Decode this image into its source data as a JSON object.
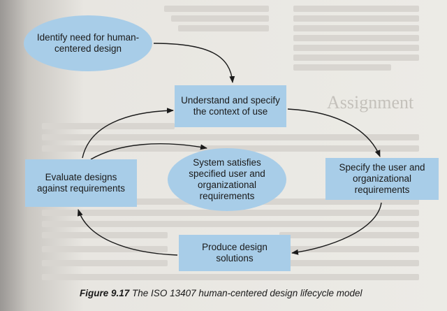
{
  "diagram": {
    "nodes": {
      "identify": "Identify need for human-centered design",
      "understand": "Understand and specify the context of use",
      "specify": "Specify the user and organizational requirements",
      "produce": "Produce design solutions",
      "evaluate": "Evaluate designs against requirements",
      "satisfies": "System satisfies specified user and organizational requirements"
    }
  },
  "caption": {
    "figure_label": "Figure 9.17",
    "text": "The ISO 13407 human-centered design lifecycle model"
  },
  "background_text": {
    "heading": "Assignment"
  },
  "colors": {
    "node_fill": "#a8cde8",
    "arrow": "#1a1a1a",
    "page": "#ecebe6"
  }
}
